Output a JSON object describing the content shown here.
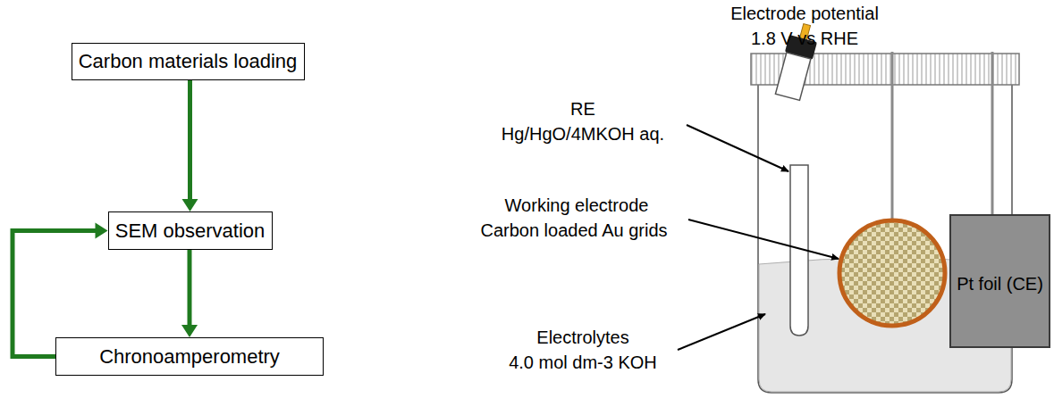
{
  "diagram": {
    "nodes": [
      {
        "text": [
          "Carbon materials loading"
        ]
      },
      {
        "text": [
          "SEM observation"
        ]
      },
      {
        "text": [
          "Chronoamperometry"
        ]
      },
      {
        "text": [
          "Pt foil (CE)"
        ]
      }
    ],
    "edges": [
      {
        "from": 0,
        "to": 1,
        "arrow": "to"
      },
      {
        "from": 1,
        "to": 2,
        "arrow": "to"
      },
      {
        "from": 2,
        "to": 1,
        "arrow": "to"
      }
    ],
    "labels": [
      "Electrode potential",
      "1.8 V vs RHE",
      "RE",
      "Hg/HgO/4MKOH aq.",
      "Working electrode",
      "Carbon loaded Au grids",
      "Electrolytes",
      "4.0 mol dm-3 KOH"
    ]
  }
}
